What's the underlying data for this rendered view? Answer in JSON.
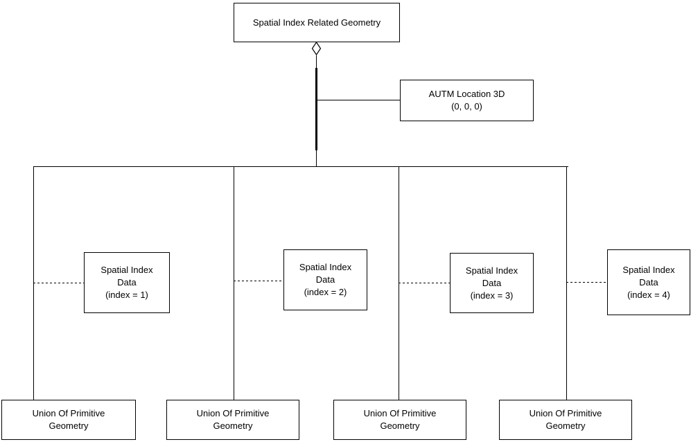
{
  "root": {
    "label": "Spatial Index Related Geometry"
  },
  "location": {
    "line1": "AUTM Location 3D",
    "line2": "(0, 0, 0)"
  },
  "index_nodes": [
    {
      "line1": "Spatial Index",
      "line2": "Data",
      "line3": "(index = 1)"
    },
    {
      "line1": "Spatial Index",
      "line2": "Data",
      "line3": "(index = 2)"
    },
    {
      "line1": "Spatial Index",
      "line2": "Data",
      "line3": "(index = 3)"
    },
    {
      "line1": "Spatial Index",
      "line2": "Data",
      "line3": "(index = 4)"
    }
  ],
  "union_nodes": [
    {
      "line1": "Union Of Primitive",
      "line2": "Geometry"
    },
    {
      "line1": "Union Of Primitive",
      "line2": "Geometry"
    },
    {
      "line1": "Union Of Primitive",
      "line2": "Geometry"
    },
    {
      "line1": "Union Of Primitive",
      "line2": "Geometry"
    }
  ],
  "colors": {
    "line": "#000000",
    "border": "#000000",
    "background": "#ffffff",
    "text": "#000000"
  }
}
